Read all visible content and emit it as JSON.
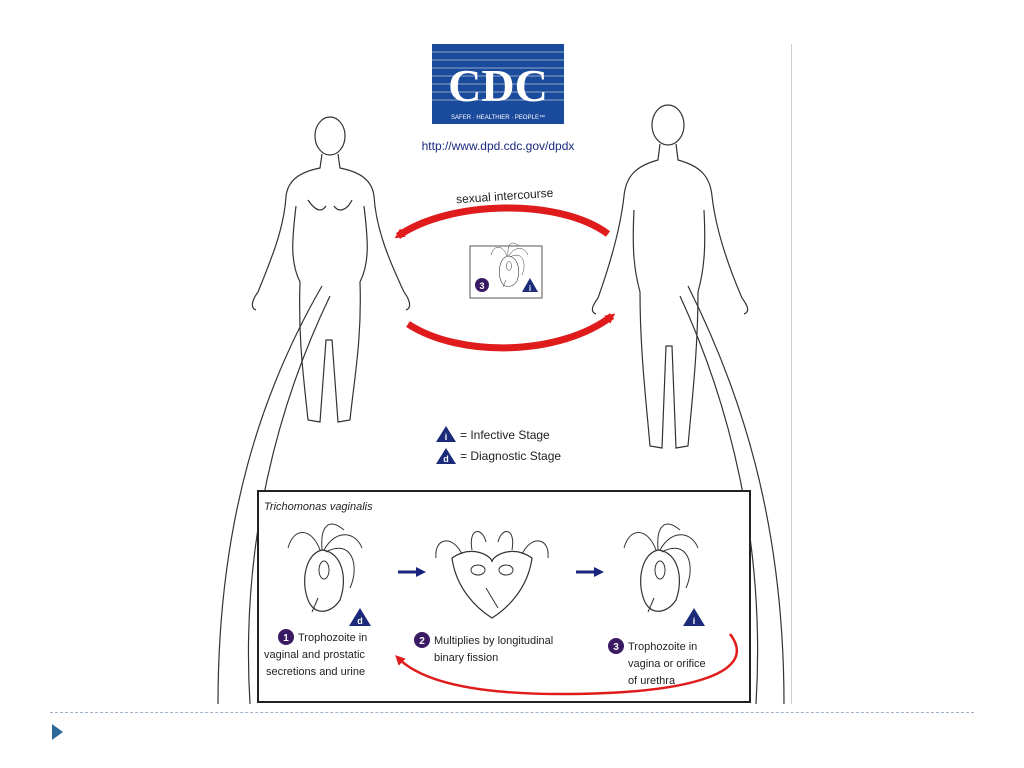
{
  "logo": {
    "text": "CDC",
    "tagline": "SAFER · HEALTHIER · PEOPLE™",
    "color": "#1a4a9c"
  },
  "url": "http://www.dpd.cdc.gov/dpdx",
  "transmission": {
    "label": "sexual intercourse",
    "color": "#e01b1b"
  },
  "stage_badges": {
    "infective": "i",
    "diagnostic": "d",
    "step1": "1",
    "step2": "2",
    "step3": "3"
  },
  "legend": {
    "infective": "= Infective Stage",
    "diagnostic": "= Diagnostic Stage"
  },
  "lifecycle": {
    "title": "Trichomonas vaginalis",
    "steps": [
      {
        "number": "1",
        "lines": [
          "Trophozoite in",
          "vaginal and prostatic",
          "secretions and urine"
        ]
      },
      {
        "number": "2",
        "lines": [
          "Multiplies by longitudinal",
          "binary fission"
        ]
      },
      {
        "number": "3",
        "lines": [
          "Trophozoite in",
          "vagina or orifice",
          "of urethra"
        ]
      }
    ]
  },
  "colors": {
    "badge_navy": "#1c2a7a",
    "badge_purple": "#3a1b63",
    "arrow_blue": "#1a237e",
    "outline": "#333333"
  }
}
